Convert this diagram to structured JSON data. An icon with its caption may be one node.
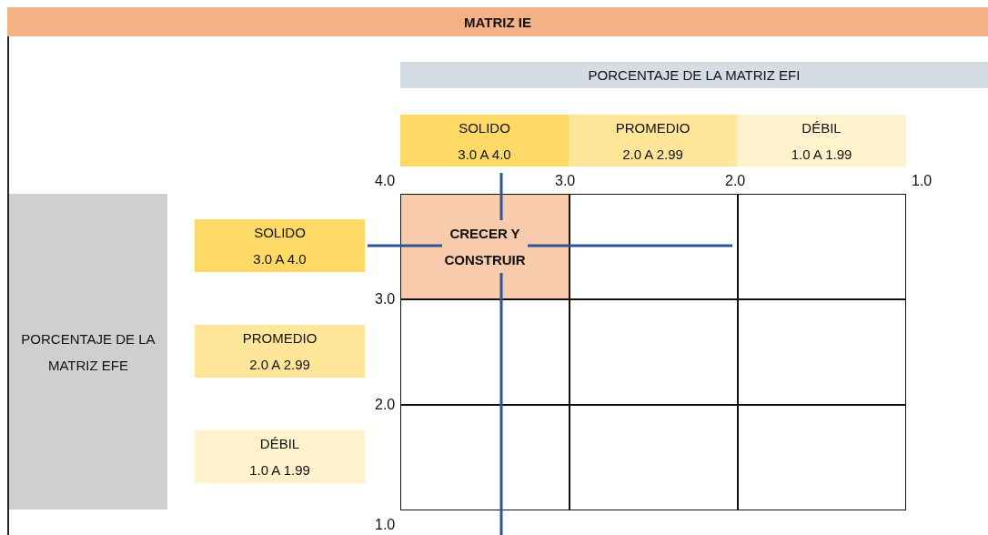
{
  "diagram": {
    "title": "MATRIZ IE",
    "nodes": [
      {
        "text": [
          "PORCENTAJE DE LA MATRIZ EFI"
        ]
      },
      {
        "text": [
          "SOLIDO",
          "3.0 A 4.0"
        ]
      },
      {
        "text": [
          "PROMEDIO",
          "2.0 A 2.99"
        ]
      },
      {
        "text": [
          "DÉBIL",
          "1.0 A 1.99"
        ]
      },
      {
        "text": [
          "PORCENTAJE DE LA MATRIZ EFE"
        ]
      },
      {
        "text": [
          "SOLIDO",
          "3.0 A 4.0"
        ]
      },
      {
        "text": [
          "PROMEDIO",
          "2.0 A 2.99"
        ]
      },
      {
        "text": [
          "DÉBIL",
          "1.0 A 1.99"
        ]
      },
      {
        "text": [
          "CRECER Y CONSTRUIR"
        ]
      },
      {
        "text": [],
        "shape": "box"
      },
      {
        "text": [],
        "shape": "box"
      },
      {
        "text": [],
        "shape": "box"
      },
      {
        "text": [],
        "shape": "box"
      },
      {
        "text": [],
        "shape": "box"
      },
      {
        "text": [],
        "shape": "box"
      },
      {
        "text": [],
        "shape": "box"
      },
      {
        "text": [],
        "shape": "box"
      }
    ],
    "edges": [],
    "labels": [
      "4.0",
      "3.0",
      "2.0",
      "1.0",
      "3.0",
      "2.0",
      "1.0"
    ]
  }
}
